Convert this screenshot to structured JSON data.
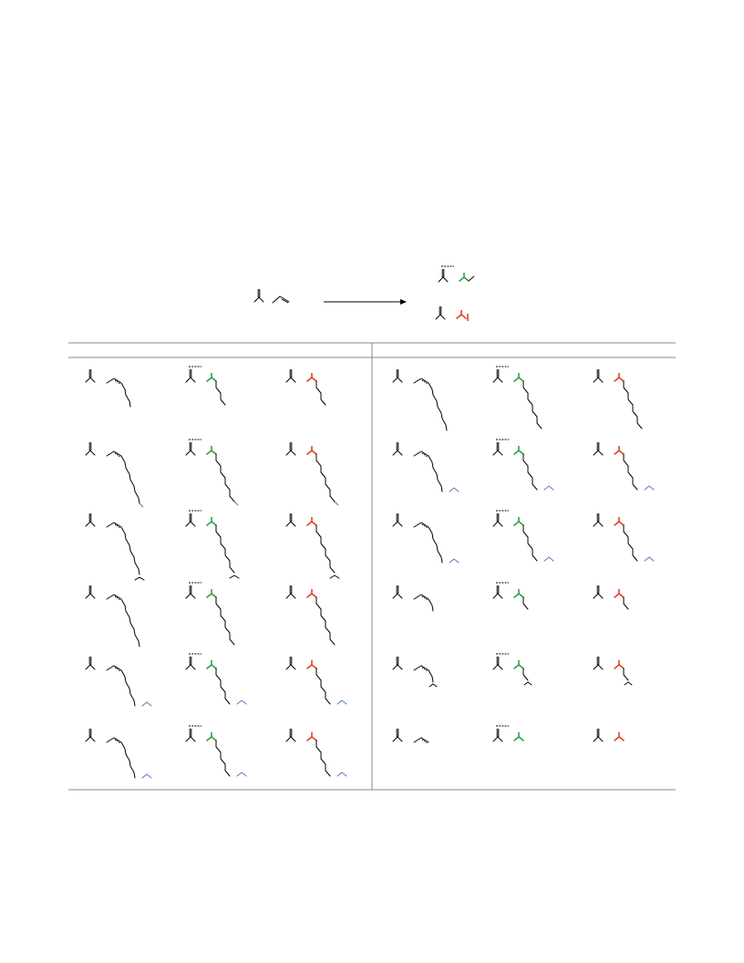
{
  "colors": {
    "ink": "#000000",
    "alkyl_green": "#2e9e47",
    "alkyl_red": "#d9441f",
    "substituent_blue": "#5b7fbf",
    "rule_gray": "#888888"
  },
  "scheme": {
    "reactants": [
      "reagent",
      "alkene"
    ],
    "products": [
      "linear-product",
      "branched-product"
    ]
  },
  "table": {
    "panels": [
      {
        "rows": [
          {
            "substrate": "propene",
            "chain_len": 2,
            "substituent": "none"
          },
          {
            "substrate": "alkene",
            "chain_len": 4,
            "substituent": "blue-terminal"
          },
          {
            "substrate": "alkene",
            "chain_len": 4,
            "substituent": "isobutyl-branch"
          },
          {
            "substrate": "alkene",
            "chain_len": 4,
            "substituent": "none"
          },
          {
            "substrate": "alkene",
            "chain_len": 3,
            "substituent": "blue-group"
          },
          {
            "substrate": "alkene",
            "chain_len": 3,
            "substituent": "blue-group"
          }
        ]
      },
      {
        "rows": [
          {
            "substrate": "alkene",
            "chain_len": 4,
            "substituent": "none"
          },
          {
            "substrate": "alkene",
            "chain_len": 3,
            "substituent": "blue-group"
          },
          {
            "substrate": "alkene",
            "chain_len": 3,
            "substituent": "blue-group"
          },
          {
            "substrate": "alkene",
            "chain_len": 1,
            "substituent": "none"
          },
          {
            "substrate": "alkene",
            "chain_len": 1,
            "substituent": "isopropyl"
          },
          {
            "substrate": "ethylene",
            "chain_len": 0,
            "substituent": "none"
          }
        ]
      }
    ]
  }
}
